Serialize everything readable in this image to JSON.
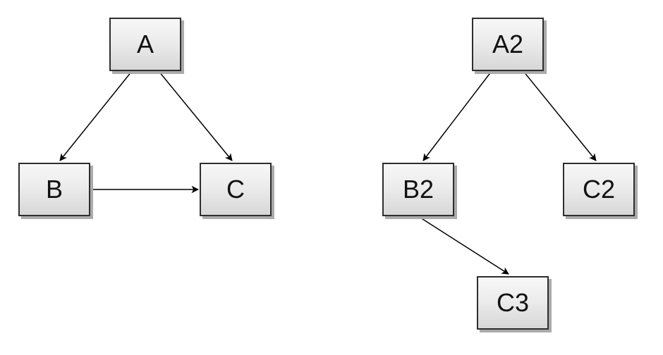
{
  "diagram": {
    "description": "Two directed graphs of gray boxes connected by black arrows",
    "colors": {
      "background": "#ffffff",
      "node_border": "#2e2e2e",
      "node_fill_top": "#f7f7f7",
      "node_fill_bottom": "#d7d7d7",
      "node_shadow": "#ababab",
      "arrow": "#000000",
      "label_text": "#111111"
    },
    "left_graph": {
      "nodes": {
        "a": {
          "label": "A"
        },
        "b": {
          "label": "B"
        },
        "c": {
          "label": "C"
        }
      },
      "edges": [
        {
          "from": "A",
          "to": "B"
        },
        {
          "from": "A",
          "to": "C"
        },
        {
          "from": "B",
          "to": "C"
        }
      ]
    },
    "right_graph": {
      "nodes": {
        "a2": {
          "label": "A2"
        },
        "b2": {
          "label": "B2"
        },
        "c2": {
          "label": "C2"
        },
        "c3": {
          "label": "C3"
        }
      },
      "edges": [
        {
          "from": "A2",
          "to": "B2"
        },
        {
          "from": "A2",
          "to": "C2"
        },
        {
          "from": "B2",
          "to": "C3"
        }
      ]
    }
  }
}
